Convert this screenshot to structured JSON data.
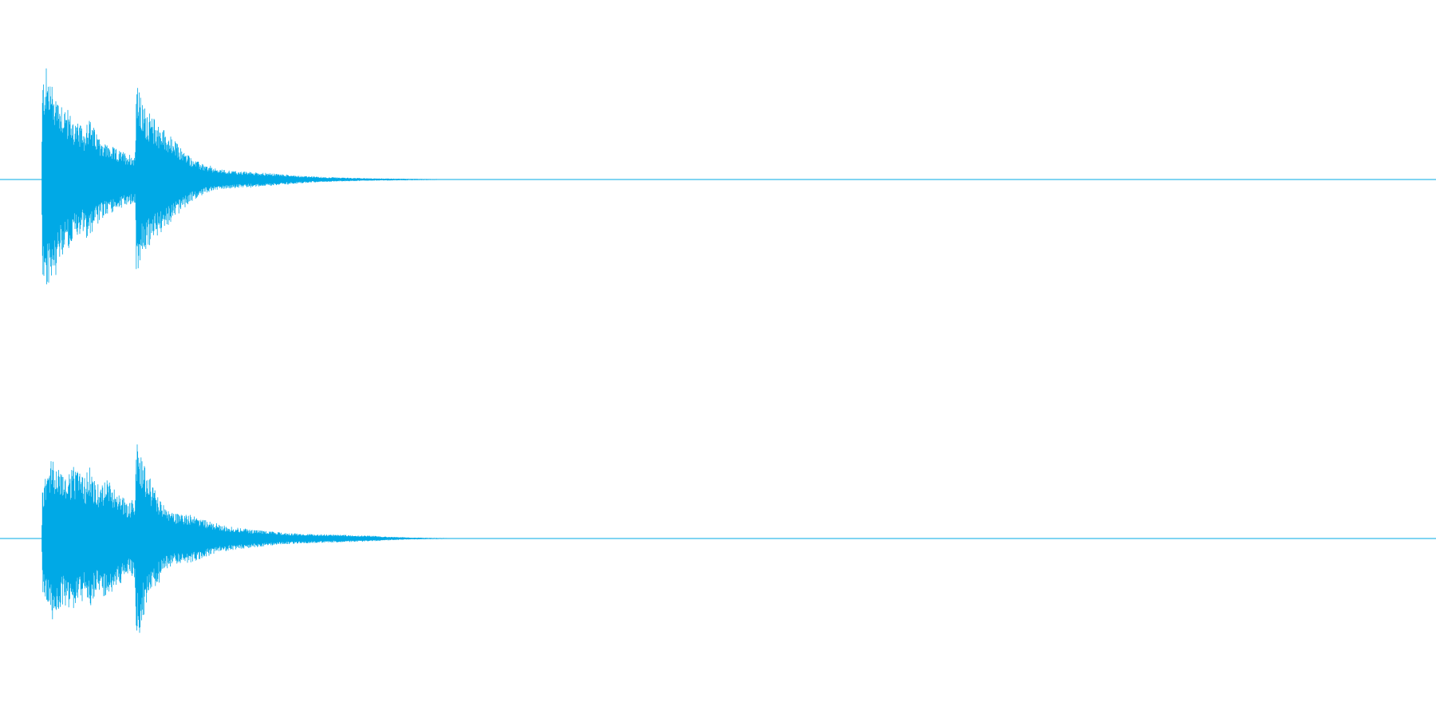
{
  "waveform": {
    "color": "#00a9e6",
    "background": "#ffffff",
    "channels": [
      {
        "name": "",
        "envelope": [
          [
            0.0,
            0.0
          ],
          [
            0.05,
            0.85
          ],
          [
            0.2,
            0.95
          ],
          [
            0.5,
            0.8
          ],
          [
            1.0,
            0.65
          ],
          [
            1.5,
            0.5
          ],
          [
            2.0,
            0.42
          ],
          [
            2.1,
            0.55
          ],
          [
            2.5,
            0.4
          ],
          [
            3.0,
            0.3
          ],
          [
            3.5,
            0.25
          ],
          [
            4.0,
            0.22
          ],
          [
            4.3,
            0.2
          ],
          [
            4.35,
            0.85
          ],
          [
            4.6,
            0.65
          ],
          [
            5.0,
            0.55
          ],
          [
            5.5,
            0.45
          ],
          [
            6.0,
            0.35
          ],
          [
            6.5,
            0.25
          ],
          [
            7.0,
            0.17
          ],
          [
            7.5,
            0.12
          ],
          [
            8.0,
            0.09
          ],
          [
            9.0,
            0.07
          ],
          [
            10.0,
            0.06
          ],
          [
            11.0,
            0.045
          ],
          [
            12.0,
            0.03
          ],
          [
            13.0,
            0.02
          ],
          [
            14.0,
            0.015
          ],
          [
            15.0,
            0.01
          ],
          [
            16.0,
            0.008
          ],
          [
            17.0,
            0.006
          ],
          [
            18.0,
            0.004
          ],
          [
            19.0,
            0.003
          ],
          [
            20.0,
            0.002
          ],
          [
            21.0,
            0.001
          ],
          [
            21.5,
            0.0
          ],
          [
            40.0,
            0.0
          ]
        ]
      },
      {
        "name": "",
        "envelope": [
          [
            0.0,
            0.0
          ],
          [
            0.05,
            0.45
          ],
          [
            0.5,
            0.7
          ],
          [
            1.0,
            0.55
          ],
          [
            1.5,
            0.6
          ],
          [
            2.0,
            0.5
          ],
          [
            2.2,
            0.65
          ],
          [
            2.5,
            0.45
          ],
          [
            3.0,
            0.5
          ],
          [
            3.5,
            0.4
          ],
          [
            4.0,
            0.3
          ],
          [
            4.3,
            0.35
          ],
          [
            4.35,
            0.85
          ],
          [
            4.6,
            0.7
          ],
          [
            5.0,
            0.5
          ],
          [
            5.5,
            0.3
          ],
          [
            6.0,
            0.22
          ],
          [
            7.0,
            0.2
          ],
          [
            7.5,
            0.16
          ],
          [
            8.0,
            0.12
          ],
          [
            9.0,
            0.09
          ],
          [
            10.0,
            0.07
          ],
          [
            11.0,
            0.05
          ],
          [
            12.0,
            0.04
          ],
          [
            13.0,
            0.035
          ],
          [
            14.0,
            0.03
          ],
          [
            15.0,
            0.025
          ],
          [
            16.0,
            0.015
          ],
          [
            17.0,
            0.008
          ],
          [
            18.0,
            0.005
          ],
          [
            19.0,
            0.003
          ],
          [
            20.0,
            0.002
          ],
          [
            20.6,
            0.0
          ],
          [
            40.0,
            0.0
          ]
        ]
      }
    ]
  }
}
